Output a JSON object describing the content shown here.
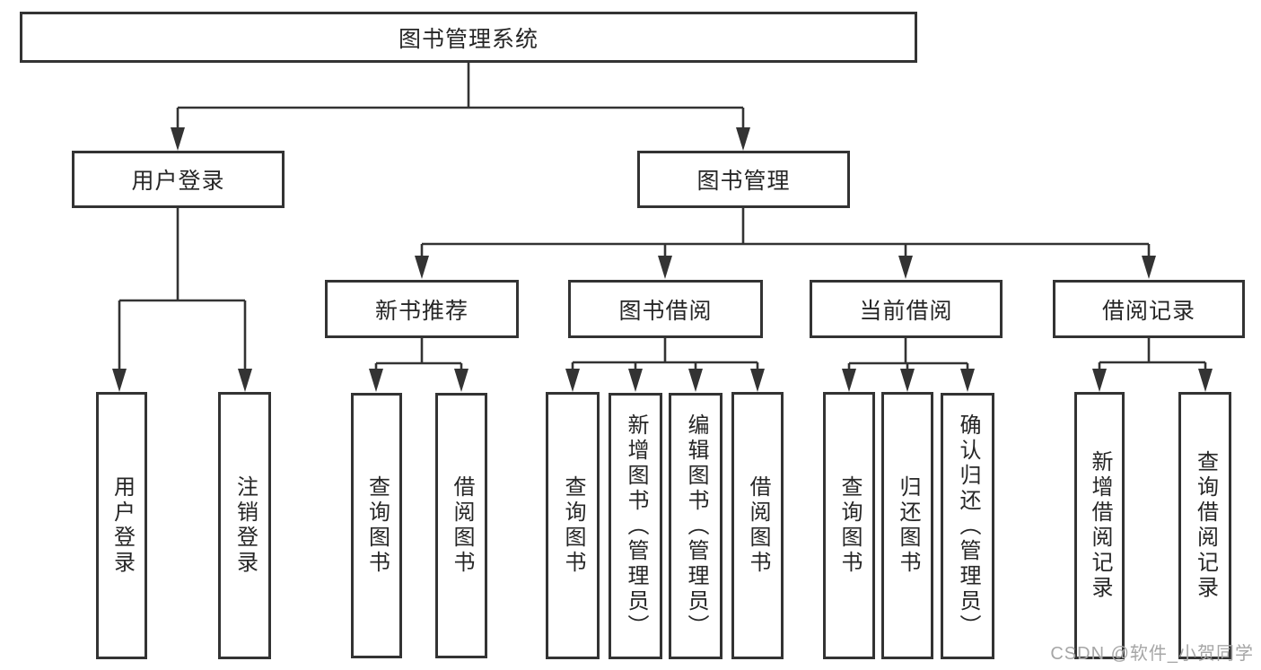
{
  "diagram": {
    "title": "图书管理系统",
    "type": "functional-structure-tree",
    "hierarchy": {
      "图书管理系统": [
        "用户登录",
        "图书管理"
      ],
      "用户登录": [
        "用户登录",
        "注销登录"
      ],
      "图书管理": [
        "新书推荐",
        "图书借阅",
        "当前借阅",
        "借阅记录"
      ],
      "新书推荐": [
        "查询图书",
        "借阅图书"
      ],
      "图书借阅": [
        "查询图书",
        "新增图书（管理员）",
        "编辑图书（管理员）",
        "借阅图书"
      ],
      "当前借阅": [
        "查询图书",
        "归还图书",
        "确认归还（管理员）"
      ],
      "借阅记录": [
        "新增借阅记录",
        "查询借阅记录"
      ]
    }
  },
  "nodes": {
    "root": {
      "label": "图书管理系统"
    },
    "user_login": {
      "label": "用户登录"
    },
    "book_mgmt": {
      "label": "图书管理"
    },
    "new_book_rec": {
      "label": "新书推荐"
    },
    "book_borrow": {
      "label": "图书借阅"
    },
    "current_borrow": {
      "label": "当前借阅"
    },
    "borrow_records": {
      "label": "借阅记录"
    },
    "leaf_user_login": {
      "label": "用户登录"
    },
    "leaf_logout": {
      "label": "注销登录"
    },
    "leaf_query_book_1": {
      "label": "查询图书"
    },
    "leaf_borrow_book_1": {
      "label": "借阅图书"
    },
    "leaf_query_book_2": {
      "label": "查询图书"
    },
    "leaf_add_book": {
      "label": "新增图书（管理员）"
    },
    "leaf_edit_book": {
      "label": "编辑图书（管理员）"
    },
    "leaf_borrow_book_2": {
      "label": "借阅图书"
    },
    "leaf_query_book_3": {
      "label": "查询图书"
    },
    "leaf_return_book": {
      "label": "归还图书"
    },
    "leaf_confirm_return": {
      "label": "确认归还（管理员）"
    },
    "leaf_add_record": {
      "label": "新增借阅记录"
    },
    "leaf_query_record": {
      "label": "查询借阅记录"
    }
  },
  "watermark": {
    "text": "CSDN @软件_小贺同学"
  },
  "colors": {
    "line": "#333333",
    "box_border": "#333333",
    "text": "#262626",
    "watermark": "#a6a6a6",
    "background": "#ffffff"
  }
}
